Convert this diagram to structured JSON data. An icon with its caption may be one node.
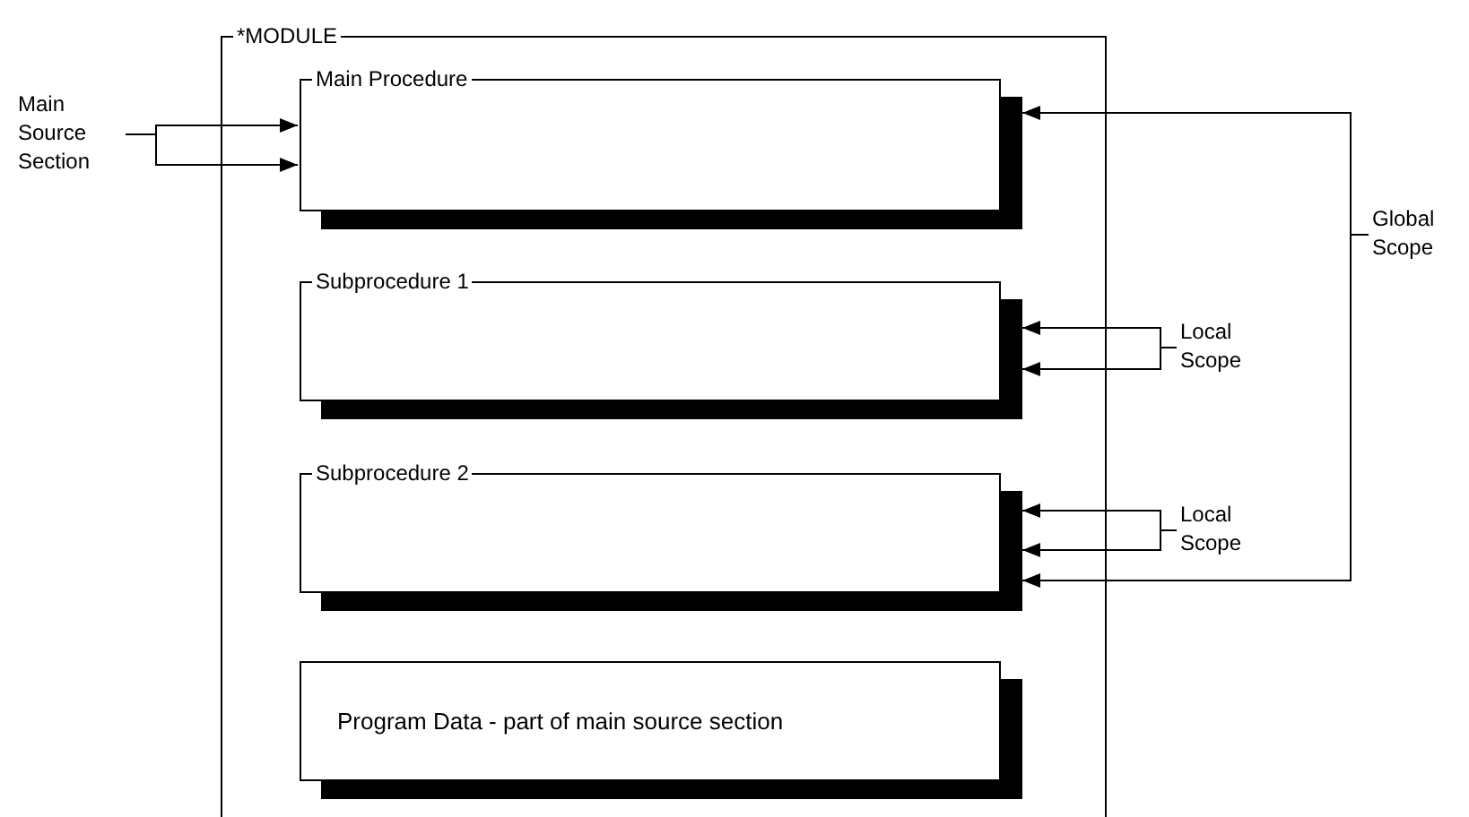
{
  "diagram": {
    "nodes": [
      {
        "text": [
          "*MODULE"
        ]
      },
      {
        "text": [
          "Main Procedure"
        ],
        "in": 0
      },
      {
        "text": [
          "Subprocedure 1"
        ],
        "in": 0
      },
      {
        "text": [
          "Subprocedure 2"
        ],
        "in": 0
      },
      {
        "text": [
          "Program Data - part of main source section"
        ],
        "in": 0
      },
      {
        "text": [
          "Main Source Section"
        ]
      },
      {
        "text": [
          "Local Scope"
        ]
      },
      {
        "text": [
          "Local Scope"
        ]
      },
      {
        "text": [
          "Global Scope"
        ]
      }
    ],
    "edges": [
      {
        "from": 5,
        "to": 1,
        "arrow": "to"
      },
      {
        "from": 5,
        "to": 1,
        "arrow": "to"
      },
      {
        "from": 6,
        "to": 2,
        "arrow": "to"
      },
      {
        "from": 6,
        "to": 2,
        "arrow": "to"
      },
      {
        "from": 7,
        "to": 3,
        "arrow": "to"
      },
      {
        "from": 7,
        "to": 3,
        "arrow": "to"
      },
      {
        "from": 8,
        "to": 1,
        "arrow": "to"
      },
      {
        "from": 8,
        "to": 3,
        "arrow": "to"
      }
    ]
  }
}
